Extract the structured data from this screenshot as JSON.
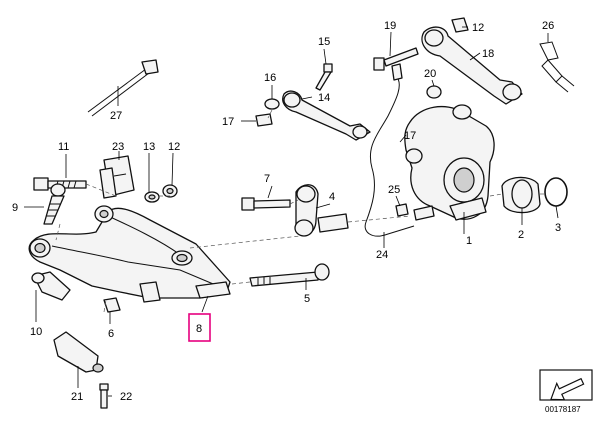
{
  "labels": {
    "l1": "1",
    "l2": "2",
    "l3": "3",
    "l4": "4",
    "l5": "5",
    "l6": "6",
    "l7": "7",
    "l8": "8",
    "l9": "9",
    "l10": "10",
    "l11": "11",
    "l12a": "12",
    "l12b": "12",
    "l13": "13",
    "l14": "14",
    "l15": "15",
    "l16": "16",
    "l17a": "17",
    "l17b": "17",
    "l18": "18",
    "l19": "19",
    "l20": "20",
    "l21": "21",
    "l22": "22",
    "l23": "23",
    "l24": "24",
    "l25": "25",
    "l26": "26",
    "l27": "27"
  },
  "diagram_id": "00178187",
  "highlight_label": "8",
  "highlight_color": "#e6007e"
}
